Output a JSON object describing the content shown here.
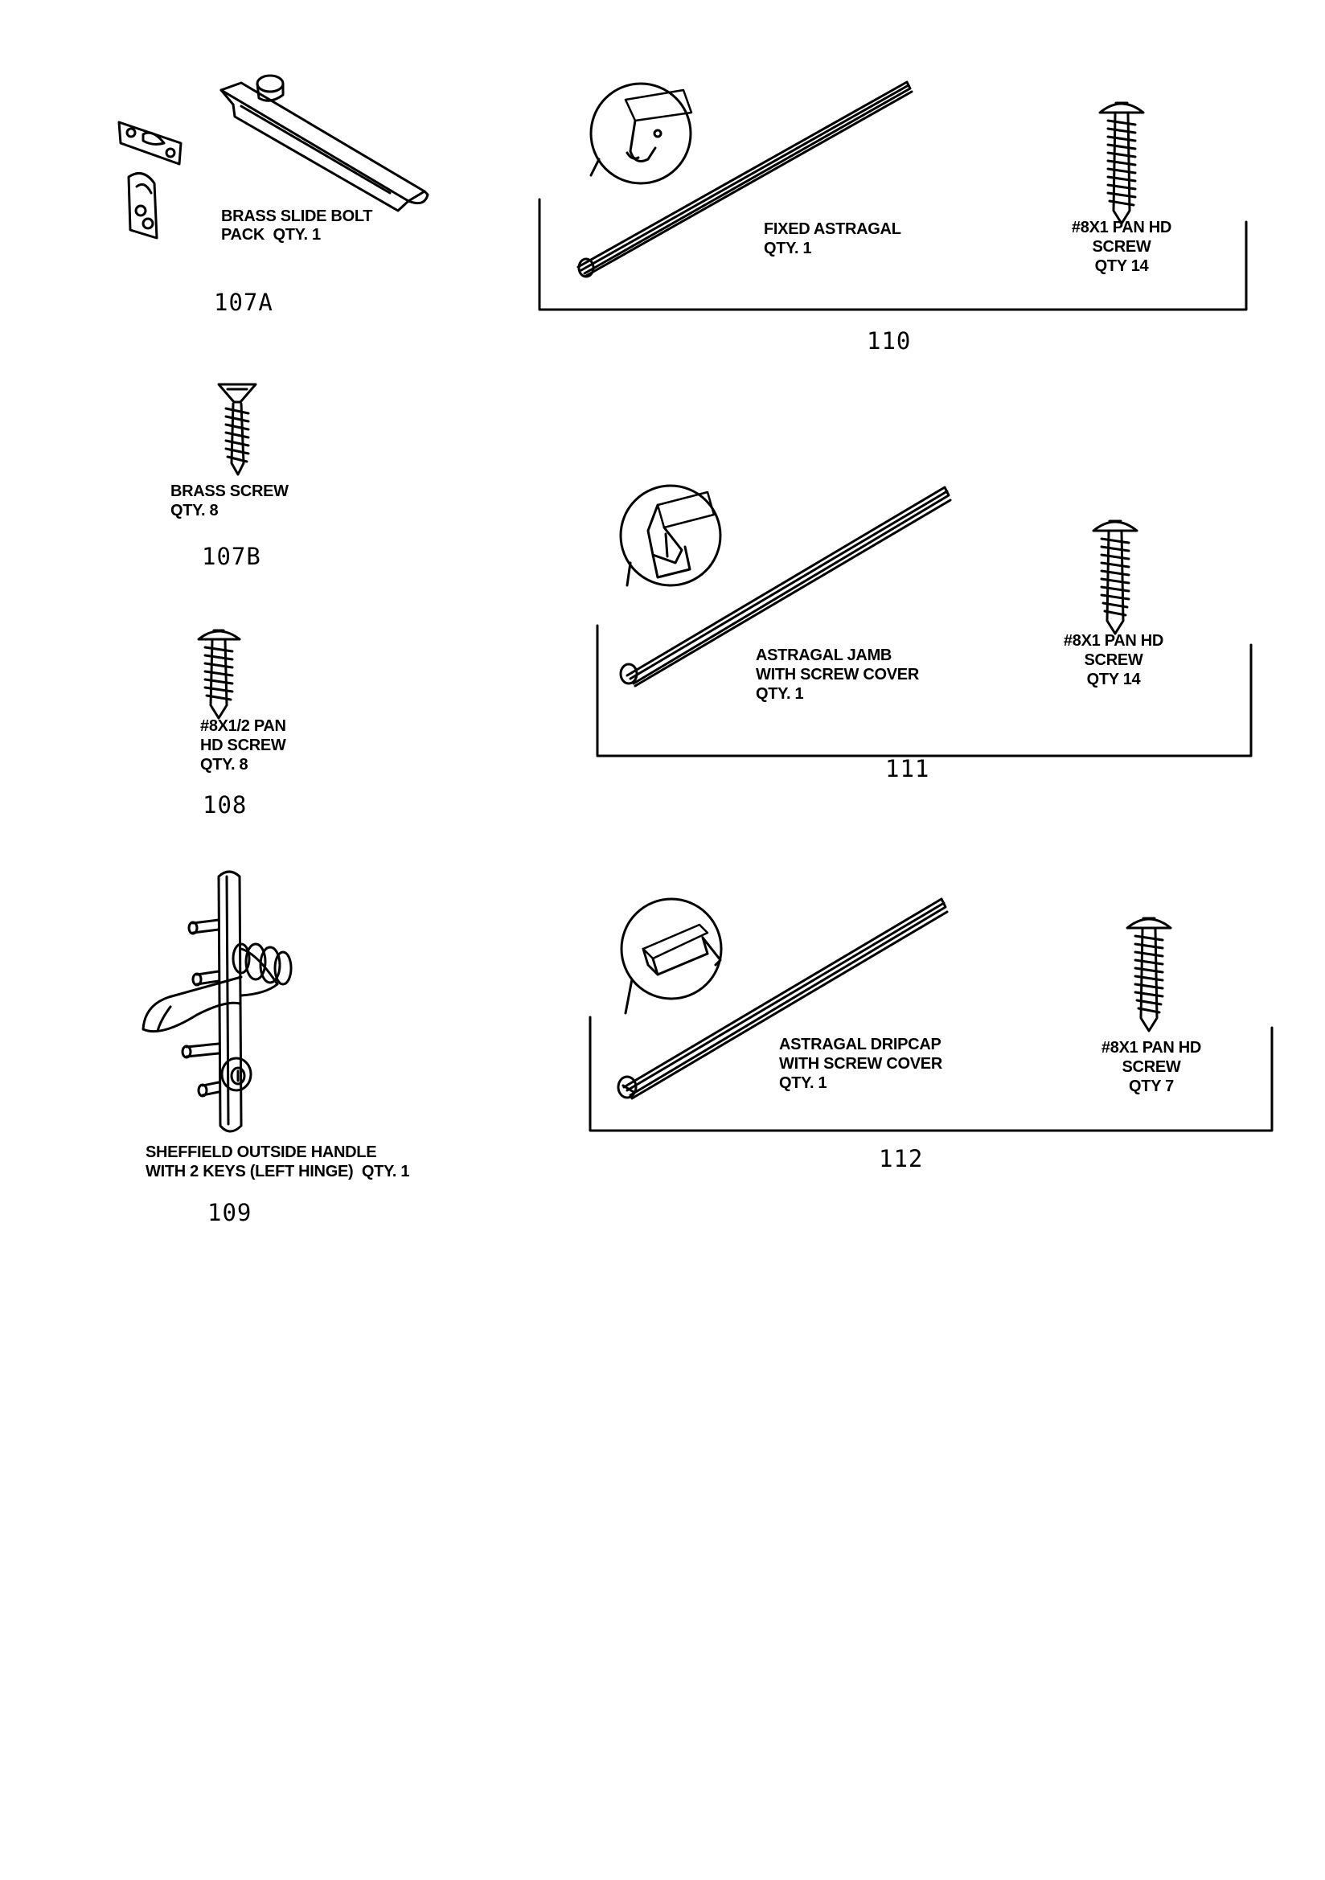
{
  "parts": {
    "p107a": {
      "number": "107A",
      "line1": "BRASS SLIDE BOLT",
      "line2": "PACK  QTY. 1"
    },
    "p107b": {
      "number": "107B",
      "line1": "BRASS SCREW",
      "line2": "QTY. 8"
    },
    "p108": {
      "number": "108",
      "line1": "#8X1/2 PAN",
      "line2": "HD SCREW",
      "line3": "QTY. 8"
    },
    "p109": {
      "number": "109",
      "line1": "SHEFFIELD OUTSIDE HANDLE",
      "line2": "WITH 2 KEYS (LEFT HINGE)  QTY. 1"
    },
    "p110": {
      "number": "110",
      "line1": "FIXED ASTRAGAL",
      "line2": "QTY. 1",
      "screw_line1": "#8X1 PAN HD",
      "screw_line2": "SCREW",
      "screw_line3": "QTY 14"
    },
    "p111": {
      "number": "111",
      "line1": "ASTRAGAL JAMB",
      "line2": "WITH SCREW COVER",
      "line3": "QTY. 1",
      "screw_line1": "#8X1 PAN HD",
      "screw_line2": "SCREW",
      "screw_line3": "QTY 14"
    },
    "p112": {
      "number": "112",
      "line1": "ASTRAGAL DRIPCAP",
      "line2": "WITH SCREW COVER",
      "line3": "QTY. 1",
      "screw_line1": "#8X1 PAN HD",
      "screw_line2": "SCREW",
      "screw_line3": "QTY 7"
    }
  },
  "icons": [
    "strike-plate-icon",
    "slide-bolt-icon",
    "flat-head-screw-icon",
    "pan-head-screw-icon",
    "door-handle-icon",
    "astragal-strip-icon",
    "detail-magnifier-icon"
  ]
}
